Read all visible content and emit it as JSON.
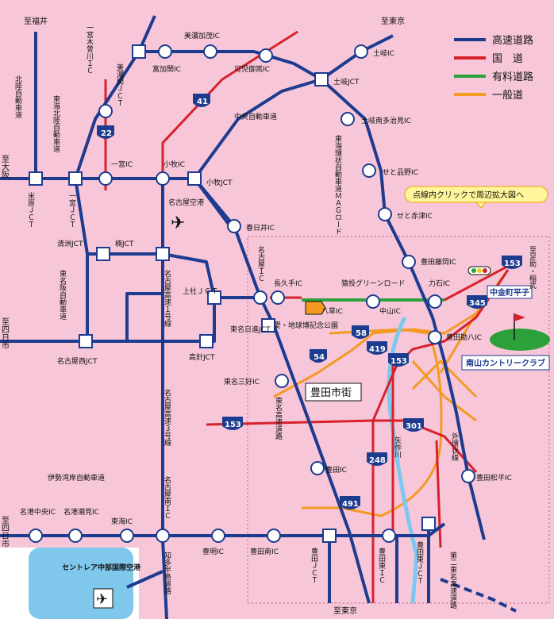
{
  "legend": [
    {
      "label": "高速道路",
      "color": "#1d3b8f"
    },
    {
      "label": "国　道",
      "color": "#d8222b"
    },
    {
      "label": "有料道路",
      "color": "#2ca03a"
    },
    {
      "label": "一般道",
      "color": "#f39a23"
    }
  ],
  "callout": "点線内クリックで周辺拡大図へ",
  "directions": {
    "fukui": "至福井",
    "tokyo_top": "至東京",
    "osaka": "至大阪",
    "yokkaichi_1": "至四日市",
    "yokkaichi_2": "至四日市",
    "tokyo_bottom": "至東京",
    "asuke": "至足助・稲武"
  },
  "routes": {
    "hokuriku": "北陸自動車道",
    "tokai_hokuriku": "東海北陸自動車道",
    "chuo": "中央自動車道",
    "tokai_kanjo": "東海環状自動車道ＭＡＧロード",
    "tomei_osaka": "東名阪自動車道",
    "isewan": "伊勢湾岸自動車道",
    "nagoya_1": "名古屋高速１号線",
    "nagoya_3": "名古屋高速３号線",
    "tomei": "東名高速道路",
    "chita": "知多半島道路",
    "sanagi": "猿投グリーンロード",
    "yahagi": "矢作川",
    "gaikan": "外環状線",
    "daini_tomei": "第二東名高速道路"
  },
  "shields": [
    "41",
    "22",
    "58",
    "54",
    "419",
    "153",
    "248",
    "301",
    "491",
    "153",
    "153",
    "345"
  ],
  "places": {
    "ichinomiya_kisogawa": "一宮木曽川ＩＣ",
    "mino_kamo": "美濃加茂IC",
    "tomikaseki": "富加関IC",
    "kani_mitake": "可児御嵩IC",
    "toki": "土岐IC",
    "mino_seki": "美濃関ＪＣＴ",
    "toki_jct": "土岐JCT",
    "toki_minami": "土岐南多治見IC",
    "seto_shinano": "せと品野IC",
    "seto_akazu": "せと赤津IC",
    "ichinomiya": "一宮IC",
    "komaki": "小牧IC",
    "komaki_jct": "小牧JCT",
    "nagoya_airport": "名古屋空港",
    "maibara": "米原ＪＣＴ",
    "ichinomiya_jct": "一宮ＪＣＴ",
    "kasugai": "春日井IC",
    "kiyosu": "清洲JCT",
    "kusunoki": "楠JCT",
    "nagoya_ic": "名古屋ＩＣ",
    "nagakute": "長久手IC",
    "toyota_fujioka": "豊田藤岡IC",
    "kamiyashiro": "上社ＪＣＴ",
    "yakusa": "八草IC",
    "nakayama": "中山IC",
    "rikiishi": "力石IC",
    "expo_park": "愛・地球博記念公園",
    "tomei_nisshin": "東名日進JCT",
    "toyota_kanpachi": "豊田勘八IC",
    "nagoya_nishi": "名古屋西JCT",
    "takabari": "高針JCT",
    "tomei_miyoshi": "東名三好IC",
    "toyota_city": "豊田市街",
    "nanzan": "南山カントリークラブ",
    "nakagane": "中金町平子",
    "toyota_ic": "豊田IC",
    "toyota_matsudaira": "豊田松平IC",
    "meiko_chuo": "名港中央IC",
    "meiko_shiomi": "名港潮見IC",
    "tokai": "東海IC",
    "nagoya_minami": "名古屋南ＩＣ",
    "toyoake": "豊明IC",
    "toyota_minami": "豊田南IC",
    "toyota_jct": "豊田ＪＣＴ",
    "toyota_higashi": "豊田東ＩＣ",
    "toyota_higashi_jct": "豊田東ＪＣＴ",
    "centrair": "セントレア中部国際空港"
  }
}
